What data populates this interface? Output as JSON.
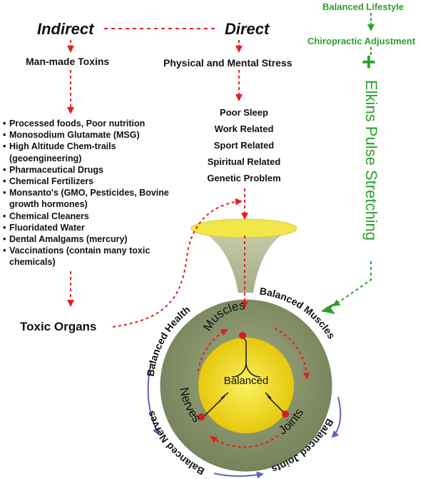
{
  "indirect": "Indirect",
  "direct": "Direct",
  "man_made_toxins": "Man-made Toxins",
  "physical_mental_stress": "Physical and Mental Stress",
  "stress_items": [
    "Poor Sleep",
    "Work Related",
    "Sport Related",
    "Spiritual Related",
    "Genetic Problem"
  ],
  "toxin_items": [
    "Processed foods, Poor nutrition",
    "Monosodium Glutamate (MSG)",
    "High Altitude Chem-trails (geoengineering)",
    "Pharmaceutical Drugs",
    "Chemical Fertilizers",
    "Monsanto's (GMO, Pesticides, Bovine growth hormones)",
    "Chemical Cleaners",
    "Fluoridated Water",
    "Dental Amalgams (mercury)",
    "Vaccinations (contain many toxic chemicals)"
  ],
  "toxic_organs": "Toxic Organs",
  "balanced_lifestyle": "Balanced Lifestyle",
  "chiropractic_adjustment": "Chiropractic Adjustment",
  "plus_sign": "+",
  "elkins": "Elkins Pulse Stretching",
  "muscles": "Muscles",
  "nerves": "Nerves",
  "joints": "Joints",
  "balanced": "Balanced",
  "balanced_health": "Balanced Health",
  "balanced_muscles": "Balanced Muscles",
  "balanced_joints": "Balanced Joints",
  "balanced_nerves": "Balanced Nerves",
  "colors": {
    "red_arrow": "#e02020",
    "green": "#2ca02c",
    "outer_ring": "#8c9a70",
    "center_yellow": "#f2e21a",
    "funnel_top": "#f5e84a",
    "cycle_arrow": "#6a5fb5"
  }
}
